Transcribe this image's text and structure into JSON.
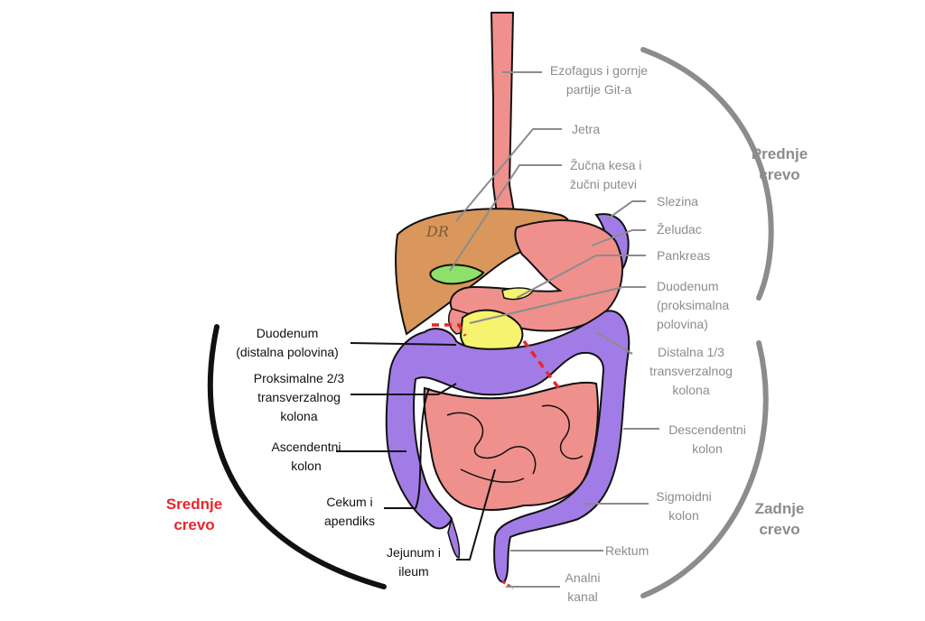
{
  "regions": {
    "foregut": "Prednje\ncrevo",
    "midgut": "Srednje\ncrevo",
    "hindgut": "Zadnje\ncrevo"
  },
  "right_labels": {
    "esophagus": "Ezofagus i gornje\npartije Git-a",
    "liver": "Jetra",
    "gallbladder": "Žučna kesa i\nžučni putevi",
    "spleen": "Slezina",
    "stomach": "Želudac",
    "pancreas": "Pankreas",
    "duodenum_proximal": "Duodenum\n(proksimalna\npolovina)",
    "transverse_distal": "Distalna 1/3\ntransverzalnog\nkolona",
    "descending": "Descendentni\nkolon",
    "sigmoid": "Sigmoidni\nkolon",
    "rectum": "Rektum",
    "anal": "Analni\nkanal"
  },
  "left_labels": {
    "duodenum_distal": "Duodenum\n(distalna polovina)",
    "transverse_proximal": "Proksimalne 2/3\ntransverzalnog\nkolona",
    "ascending": "Ascendentni\nkolon",
    "cecum": "Cekum i\napendiks",
    "jejunum": "Jejunum i\nileum"
  },
  "colors": {
    "esophagus": "#f0908c",
    "liver": "#d9975b",
    "gallbladder": "#8de06a",
    "stomach": "#f0908c",
    "pancreas": "#f6f36e",
    "spleen": "#a27ce6",
    "colon": "#a27ce6",
    "small_intestine": "#f0908c",
    "midgut_boundary": "#e8262a",
    "label_gray": "#8c8c8c",
    "label_black": "#111111"
  },
  "logo_text": "DR"
}
